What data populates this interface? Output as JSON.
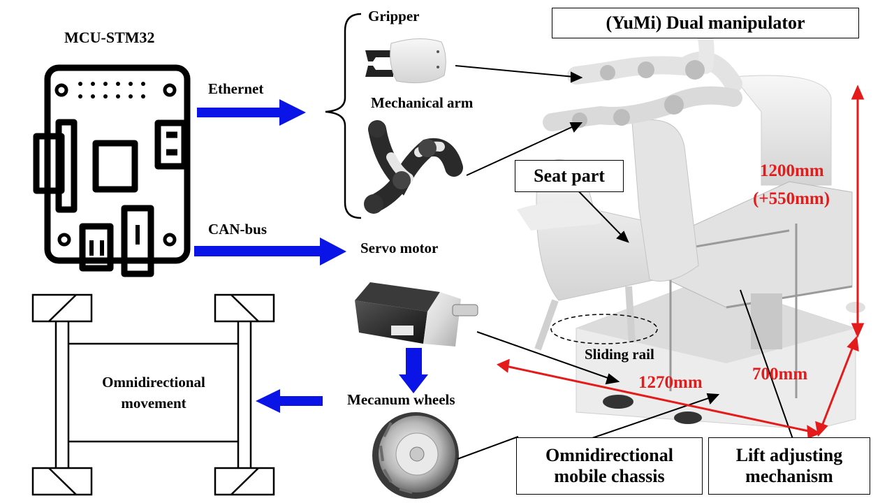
{
  "labels": {
    "mcu_title": "MCU-STM32",
    "ethernet": "Ethernet",
    "can_bus": "CAN-bus",
    "gripper": "Gripper",
    "mechanical_arm": "Mechanical arm",
    "servo_motor": "Servo motor",
    "mecanum_wheels": "Mecanum wheels",
    "omni_movement_line1": "Omnidirectional",
    "omni_movement_line2": "movement",
    "yumi": "(YuMi) Dual manipulator",
    "seat_part": "Seat part",
    "sliding_rail": "Sliding rail",
    "chassis_line1": "Omnidirectional",
    "chassis_line2": "mobile chassis",
    "lift_line1": "Lift adjusting",
    "lift_line2": "mechanism"
  },
  "dimensions": {
    "height": "1200mm",
    "height_extra": "(+550mm)",
    "length": "1270mm",
    "width": "700mm"
  },
  "colors": {
    "flow_arrow": "#0a14e6",
    "dimension": "#e41b1b",
    "outline": "#000000"
  }
}
